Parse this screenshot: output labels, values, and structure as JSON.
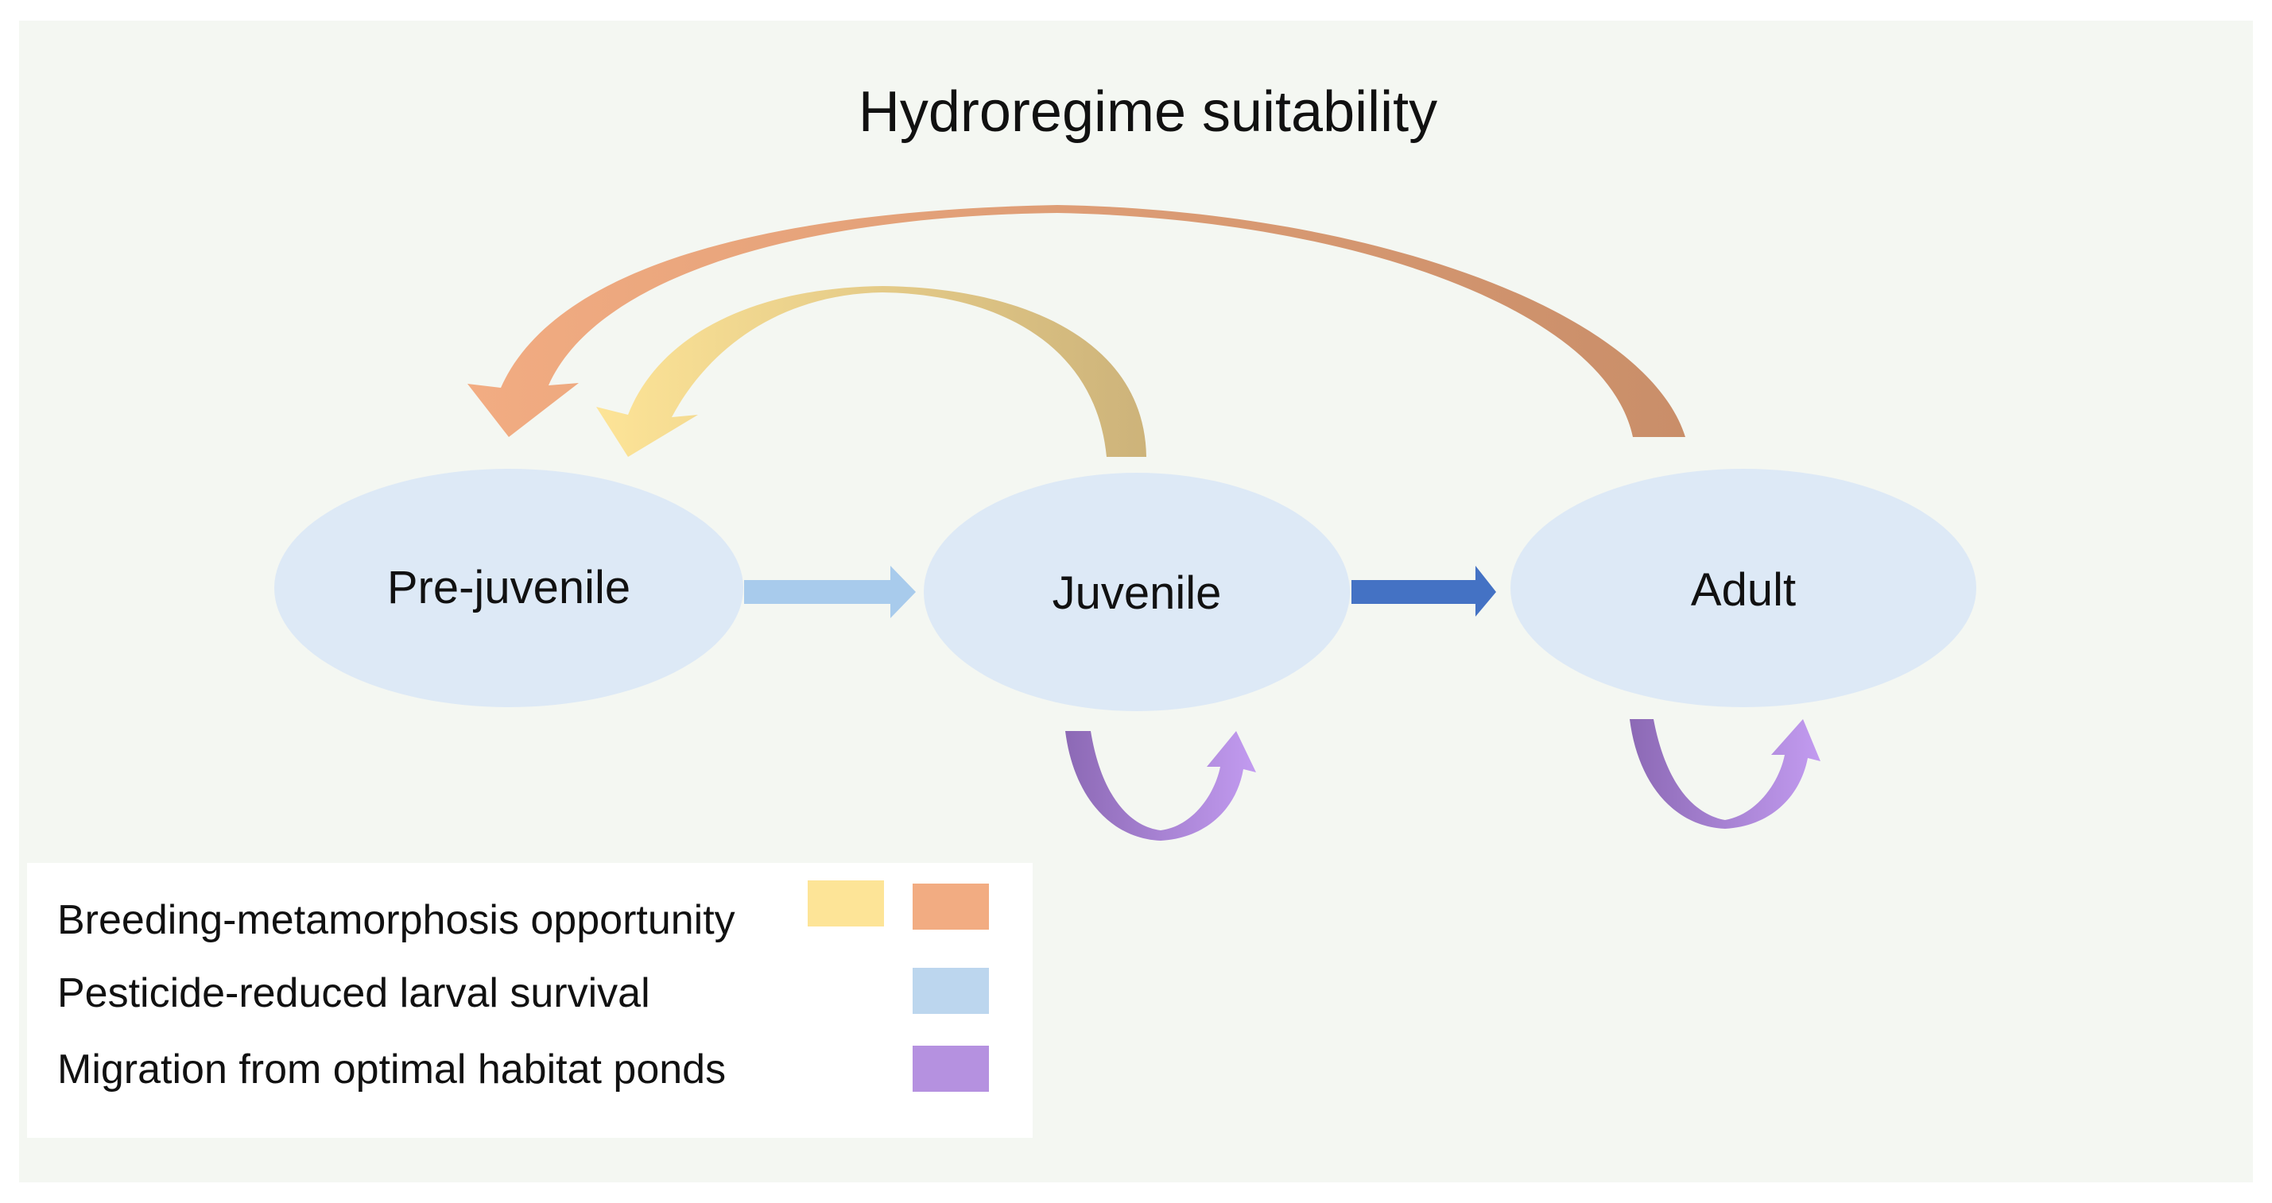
{
  "title": "Hydroregime suitability",
  "nodes": {
    "pre_juvenile": "Pre-juvenile",
    "juvenile": "Juvenile",
    "adult": "Adult"
  },
  "legend": [
    {
      "label": "Breeding-metamorphosis opportunity",
      "colors": [
        "#fde497",
        "#f2ac82"
      ]
    },
    {
      "label": "Pesticide-reduced larval survival",
      "colors": [
        "#bcd6ee"
      ]
    },
    {
      "label": "Migration from optimal habitat ponds",
      "colors": [
        "#b591e0"
      ]
    }
  ],
  "colors": {
    "node_fill": "#dde9f6",
    "arrow_prejuv_to_juv": "#a8cbec",
    "arrow_juv_to_adult": "#4472c4",
    "arrow_adult_to_prejuv": [
      "#f2ac82",
      "#c98e69"
    ],
    "arrow_juv_to_prejuv": [
      "#fde497",
      "#cdb37a"
    ],
    "self_loop": [
      "#8c69b5",
      "#c29bf0"
    ]
  }
}
